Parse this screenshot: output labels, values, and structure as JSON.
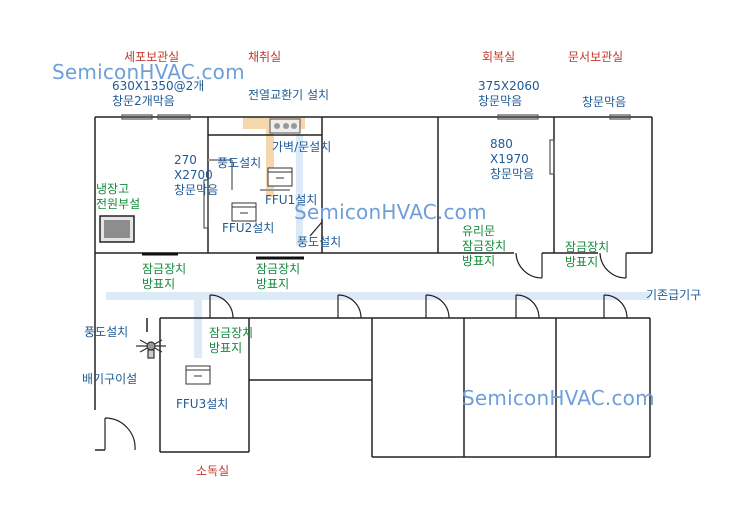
{
  "watermark": "SemiconHVAC.com",
  "rooms": {
    "cell_storage": "세포보관실",
    "collection": "채취실",
    "recovery": "회복실",
    "document_storage": "문서보관실",
    "disinfection": "소독실"
  },
  "notes": {
    "window_cell": "630X1350@2개\n창문2개막음",
    "hrv": "전열교환기 설치",
    "window_recovery": "375X2060\n창문막음",
    "window_document": "창문막음",
    "window_270": "270\nX2700\n창문막음",
    "window_880": "880\nX1970\n창문막음",
    "fridge": "냉장고\n전원부설",
    "duct_1": "풍도설치",
    "partition": "가벽/문설치",
    "ffu1": "FFU1설치",
    "ffu2": "FFU2설치",
    "duct_2": "풍도설치",
    "duct_3": "풍도설치",
    "exhaust": "배기구이설",
    "ffu3": "FFU3설치",
    "existing_supply": "기존급기구"
  },
  "green_notes": {
    "lock_1": "잠금장치\n방표지",
    "lock_2": "잠금장치\n방표지",
    "glass_door": "유리문\n잠금장치\n방표지",
    "lock_4": "잠금장치\n방표지",
    "lock_5": "잠금장치\n방표지"
  },
  "colors": {
    "room_name": "#c0392b",
    "note": "#1f5a96",
    "lock_note": "#138a3b",
    "duct": "#dce9f7",
    "duct_orange": "#f6d6ad",
    "watermark": "#6f9ed8"
  }
}
